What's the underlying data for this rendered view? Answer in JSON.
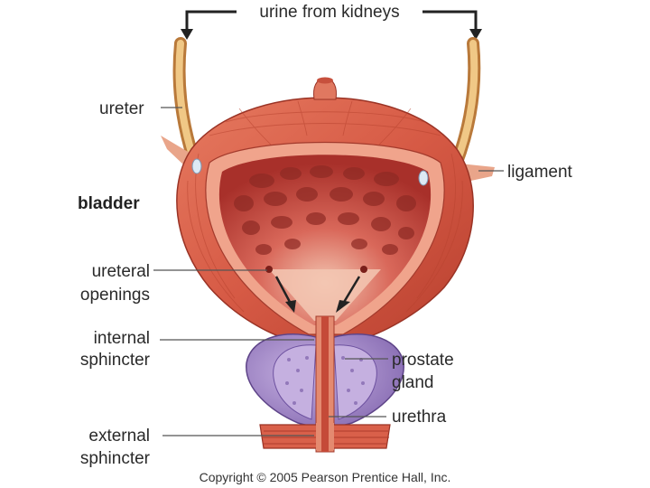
{
  "labels": {
    "top": "urine from kidneys",
    "ureter": "ureter",
    "ligament": "ligament",
    "bladder": "bladder",
    "ureteral_openings": [
      "ureteral",
      "openings"
    ],
    "internal_sphincter": [
      "internal",
      "sphincter"
    ],
    "prostate_gland": [
      "prostate",
      "gland"
    ],
    "urethra": "urethra",
    "external_sphincter": [
      "external",
      "sphincter"
    ]
  },
  "copyright": "Copyright © 2005 Pearson Prentice Hall, Inc.",
  "colors": {
    "muscle": "#d9604a",
    "muscle_dark": "#b33d2d",
    "interior": "#c9453c",
    "interior_light": "#eeb4a0",
    "ureter": "#e8b56a",
    "prostate": "#a58bc9",
    "prostate_dark": "#7a5fa6"
  }
}
